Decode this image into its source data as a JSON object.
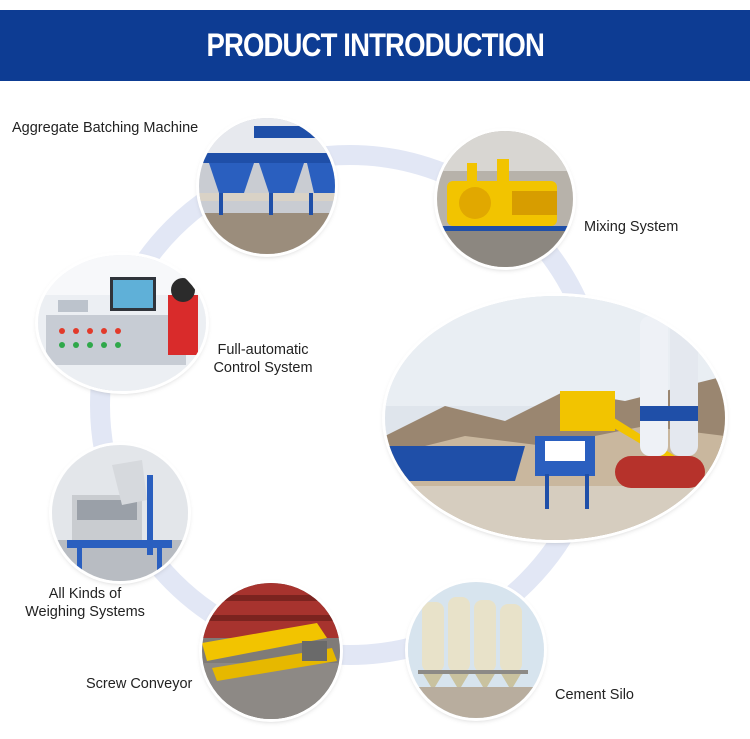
{
  "header": {
    "title": "PRODUCT INTRODUCTION"
  },
  "items": [
    {
      "label": "Aggregate Batching Machine"
    },
    {
      "label": "Mixing System"
    },
    {
      "line1": "Full-automatic",
      "line2": "Control System"
    },
    {
      "line1": "All Kinds of",
      "line2": "Weighing Systems"
    },
    {
      "label": "Screw Conveyor"
    },
    {
      "label": "Cement Silo"
    }
  ],
  "colors": {
    "banner": "#0d3c93",
    "ring": "#e2e7f5",
    "accent_yellow": "#f2c400",
    "steel_blue": "#1f4fa8"
  }
}
